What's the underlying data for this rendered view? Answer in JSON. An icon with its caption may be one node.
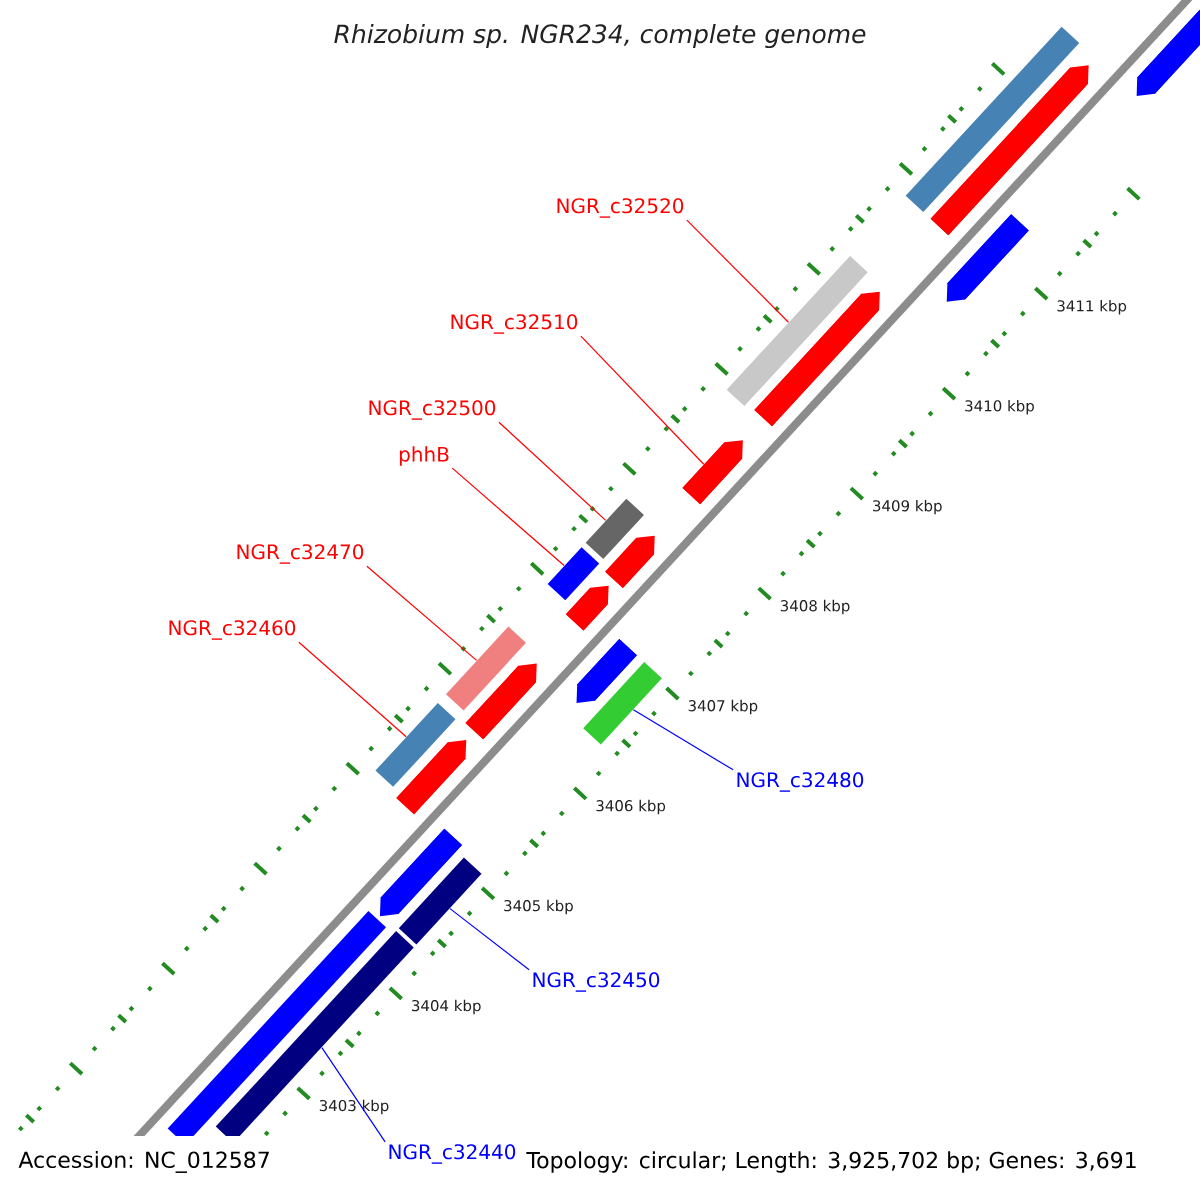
{
  "diagram": {
    "title": "Rhizobium sp. NGR234, complete genome",
    "nodes": [
      {
        "text": [
          "NGR_c32520"
        ]
      },
      {
        "text": [],
        "shape": "bar"
      },
      {
        "text": [
          "NGR_c32510"
        ]
      },
      {
        "text": [],
        "shape": "bar"
      },
      {
        "text": [
          "NGR_c32500"
        ]
      },
      {
        "text": [],
        "shape": "bar"
      },
      {
        "text": [
          "phhB"
        ]
      },
      {
        "text": [],
        "shape": "bar"
      },
      {
        "text": [
          "NGR_c32470"
        ]
      },
      {
        "text": [],
        "shape": "bar"
      },
      {
        "text": [
          "NGR_c32460"
        ]
      },
      {
        "text": [],
        "shape": "bar"
      },
      {
        "text": [
          "NGR_c32480"
        ]
      },
      {
        "text": [],
        "shape": "bar"
      },
      {
        "text": [
          "NGR_c32450"
        ]
      },
      {
        "text": [],
        "shape": "bar"
      },
      {
        "text": [
          "NGR_c32440"
        ]
      },
      {
        "text": [],
        "shape": "bar"
      },
      {
        "text": [],
        "shape": "bar"
      },
      {
        "text": [],
        "shape": "bar"
      },
      {
        "text": [],
        "shape": "bar"
      },
      {
        "text": [],
        "shape": "bar"
      },
      {
        "text": [],
        "shape": "bar"
      },
      {
        "text": [],
        "shape": "bar"
      },
      {
        "text": [],
        "shape": "bar"
      },
      {
        "text": [],
        "shape": "bar"
      },
      {
        "text": [],
        "shape": "bar"
      },
      {
        "text": [],
        "shape": "bar"
      },
      {
        "text": [],
        "shape": "bar"
      },
      {
        "text": [],
        "shape": "bar"
      }
    ],
    "edges": [
      {
        "from": 0,
        "to": 1,
        "arrow": "none"
      },
      {
        "from": 2,
        "to": 3,
        "arrow": "none"
      },
      {
        "from": 4,
        "to": 5,
        "arrow": "none"
      },
      {
        "from": 6,
        "to": 7,
        "arrow": "none"
      },
      {
        "from": 8,
        "to": 9,
        "arrow": "none"
      },
      {
        "from": 10,
        "to": 11,
        "arrow": "none"
      },
      {
        "from": 12,
        "to": 13,
        "arrow": "none",
        "color": "#0000ff"
      },
      {
        "from": 14,
        "to": 15,
        "arrow": "none",
        "color": "#0000ff"
      },
      {
        "from": 16,
        "to": 17,
        "arrow": "none",
        "color": "#0000ff"
      }
    ],
    "labels": [
      "3411 kbp",
      "3410 kbp",
      "3409 kbp",
      "3408 kbp",
      "3407 kbp",
      "3406 kbp",
      "3405 kbp",
      "3404 kbp",
      "3403 kbp",
      "Accession: NC_012587",
      "Topology: circular; Length: 3,925,702 bp; Genes: 3,691"
    ]
  }
}
